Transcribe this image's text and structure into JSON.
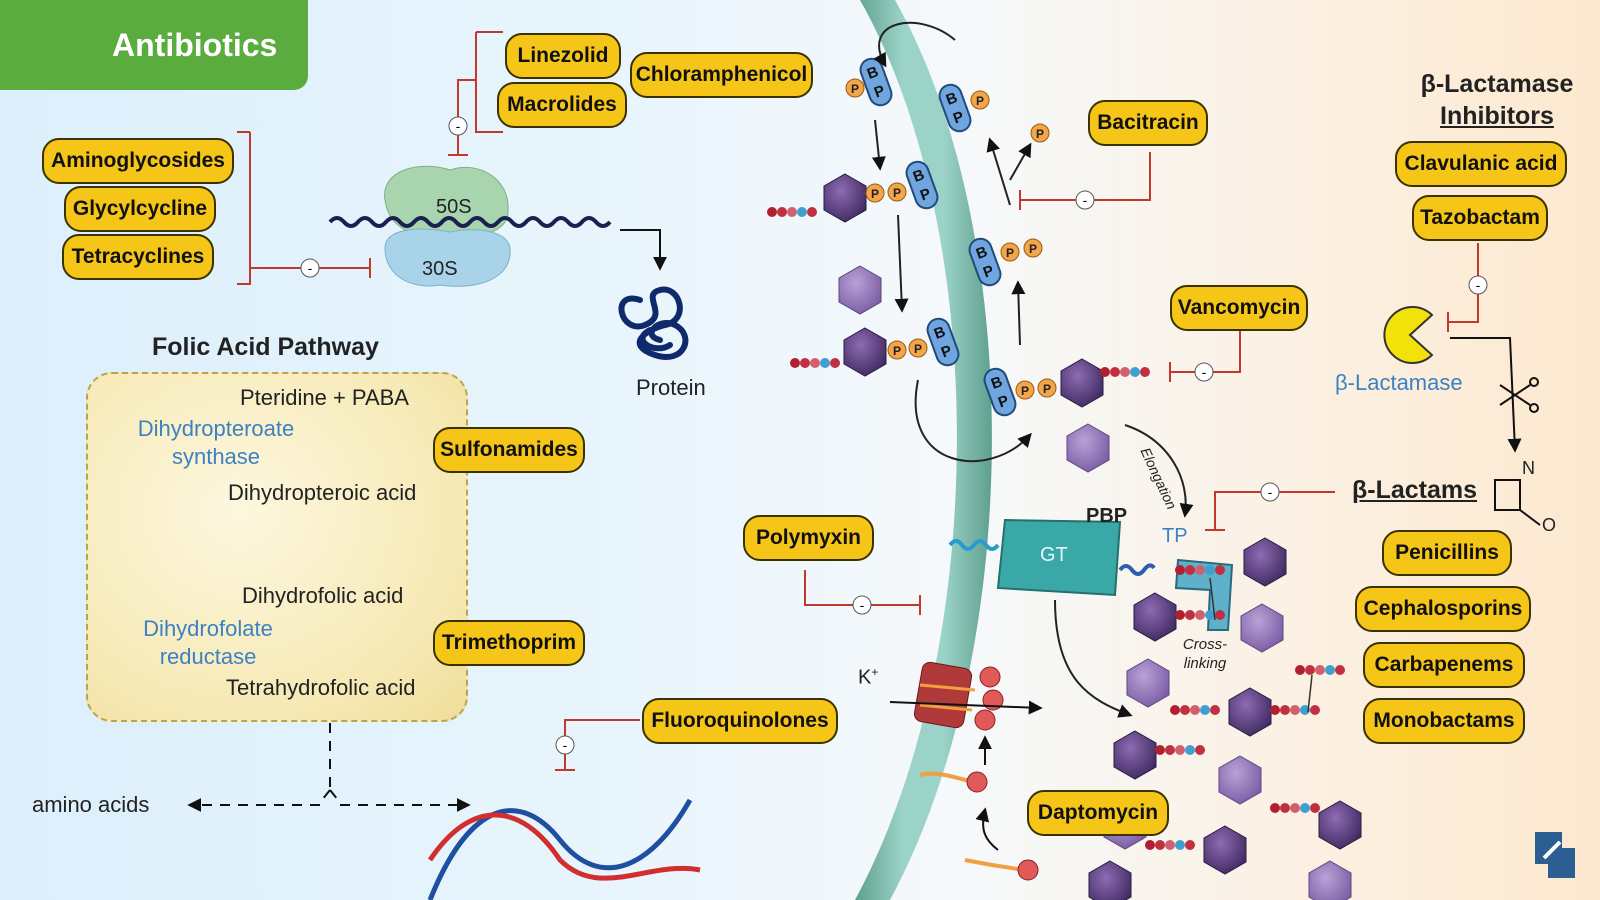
{
  "header": {
    "title": "Antibiotics"
  },
  "protein_synthesis": {
    "drugs_30s": [
      "Aminoglycosides",
      "Glycylcycline",
      "Tetracyclines"
    ],
    "drugs_50s": [
      "Linezolid",
      "Macrolides",
      "Chloramphenicol"
    ],
    "label_50s": "50S",
    "label_30s": "30S",
    "product": "Protein"
  },
  "folic_acid": {
    "title": "Folic Acid Pathway",
    "steps": [
      "Pteridine + PABA",
      "Dihydropteroic acid",
      "Dihydrofolic acid",
      "Tetrahydrofolic acid"
    ],
    "enzyme_1": [
      "Dihydropteroate",
      "synthase"
    ],
    "enzyme_2": [
      "Dihydrofolate",
      "reductase"
    ],
    "drugs": [
      "Sulfonamides",
      "Trimethoprim"
    ],
    "downstream": "amino acids"
  },
  "dna": {
    "drug": "Fluoroquinolones"
  },
  "cell_wall": {
    "bacitracin": "Bacitracin",
    "vancomycin": "Vancomycin",
    "elongation": "Elongation",
    "pbp": "PBP",
    "gt": "GT",
    "tp": "TP",
    "crosslinking": [
      "Cross-",
      "linking"
    ]
  },
  "membrane": {
    "polymyxin": "Polymyxin",
    "daptomycin": "Daptomycin",
    "ion": "K"
  },
  "beta_lactam": {
    "inhibitors_title": [
      "β-Lactamase",
      "Inhibitors"
    ],
    "inhibitors": [
      "Clavulanic acid",
      "Tazobactam"
    ],
    "enzyme": "β-Lactamase",
    "title": "β-Lactams",
    "ring_n": "N",
    "ring_o": "O",
    "classes": [
      "Penicillins",
      "Cephalosporins",
      "Carbapenems",
      "Monobactams"
    ]
  },
  "colors": {
    "badge": "#5aac3f",
    "pill": "#f5c518",
    "inhibition": "#c0392b",
    "enzyme_text": "#3b82c4",
    "membrane": "#9bd3c8",
    "sugar_hexagon": "#5a3d85"
  },
  "icons": [
    "bacteria-icon",
    "protein-icon",
    "dna-helix",
    "beta-lactamase-icon",
    "scissors-icon",
    "beta-lactam-ring-icon",
    "biorender-logo-icon"
  ]
}
